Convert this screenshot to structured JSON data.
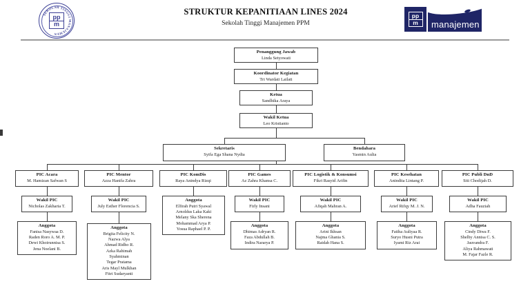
{
  "header": {
    "title": "STRUKTUR KEPANITIAAN LINES 2024",
    "subtitle": "Sekolah Tinggi Manajemen PPM",
    "logo_left": {
      "name": "ppm-seal-logo",
      "ring_text": "SEKOLAH TINGGI MANAJEMEN",
      "mark_top": "pp",
      "mark_bottom": "m"
    },
    "logo_right": {
      "name": "ppm-manajemen-logo",
      "mark_top": "pp",
      "mark_bottom": "m",
      "wordmark": "manajemen",
      "brand_color": "#1f2566"
    }
  },
  "chain": [
    {
      "title": "Penanggung Jawab",
      "name": "Linda Setyowati"
    },
    {
      "title": "Koordinator Kegiatan",
      "name": "Tri Wardati Lailati"
    },
    {
      "title": "Ketua",
      "name": "Sandhika Araya"
    },
    {
      "title": "Wakil Ketua",
      "name": "Leo Kristianto"
    }
  ],
  "officers": [
    {
      "title": "Sekretaris",
      "name": "Syifa Ega Shana Nydia"
    },
    {
      "title": "Bendahara",
      "name": "Yasmin Aulia"
    }
  ],
  "divisions": [
    {
      "pic_title": "PIC Acara",
      "pic_name": "M. Hamizan Safwan S",
      "wakil_title": "Wakil PIC",
      "wakil_name": "Nicholas Zakharia T.",
      "anggota_title": "Anggota",
      "anggota": [
        "Fanisa Nasywaa D.",
        "Raden Roro A. M. P.",
        "Dewi Khoirunnisa S.",
        "Jena Noelani B."
      ]
    },
    {
      "pic_title": "PIC Mentor",
      "pic_name": "Azza Hanifa Zahra",
      "wakil_title": "Wakil PIC",
      "wakil_name": "July Esther Florencia S.",
      "anggota_title": "Anggota",
      "anggota": [
        "Brigita Felicity N.",
        "Nazwa Alya",
        "Ahmad Ridho R.",
        "Azka Rahimah",
        "Syahminan",
        "Tegar Pratama",
        "Aris Mayl Mulkhan",
        "Fitri Sudaryanti"
      ]
    },
    {
      "pic_title": "PIC KomDis",
      "pic_name": "Raya Anindya Rizqi",
      "wakil_title": "",
      "wakil_name": "",
      "anggota_title": "Anggota",
      "anggota": [
        "Elfirah Putri Syawal",
        "Arnoldus Laka Kaki",
        "Melany Ska Sherena",
        "Mohammad Arya P.",
        "Yosua Raphael P. P."
      ]
    },
    {
      "pic_title": "PIC Games",
      "pic_name": "Az Zahra Khansa C.",
      "wakil_title": "Wakil PIC",
      "wakil_name": "Firly Insani",
      "anggota_title": "Anggota",
      "anggota": [
        "Dhimas Adryan R.",
        "Faza Abdullah B.",
        "Indira Nararya P."
      ]
    },
    {
      "pic_title": "PIC Logistik & Konsumsi",
      "pic_name": "Fikri Rasyid Arifin",
      "wakil_title": "Wakil PIC",
      "wakil_name": "Afiqah Mahran A.",
      "anggota_title": "Anggota",
      "anggota": [
        "Arini Ikhsan",
        "Najma Ghania S.",
        "Raidah Hana S."
      ]
    },
    {
      "pic_title": "PIC Kesehatan",
      "pic_name": "Anindita Lintang P.",
      "wakil_title": "Wakil PIC",
      "wakil_name": "Arief Rifqy M. J. N.",
      "anggota_title": "Anggota",
      "anggota": [
        "Fatiha Auliyaa R.",
        "Suryo Husni Putra",
        "Iyami Riz Arai"
      ]
    },
    {
      "pic_title": "PIC Publi DnD",
      "pic_name": "Siti Chodijah D.",
      "wakil_title": "Wakil PIC",
      "wakil_name": "Adha Fauziah",
      "anggota_title": "Anggota",
      "anggota": [
        "Cindy Diwa F.",
        "Shelby Annisa C. S.",
        "Jauvandra F.",
        "Aliya Rahmawati",
        "M. Fajar Fazle R."
      ]
    }
  ]
}
